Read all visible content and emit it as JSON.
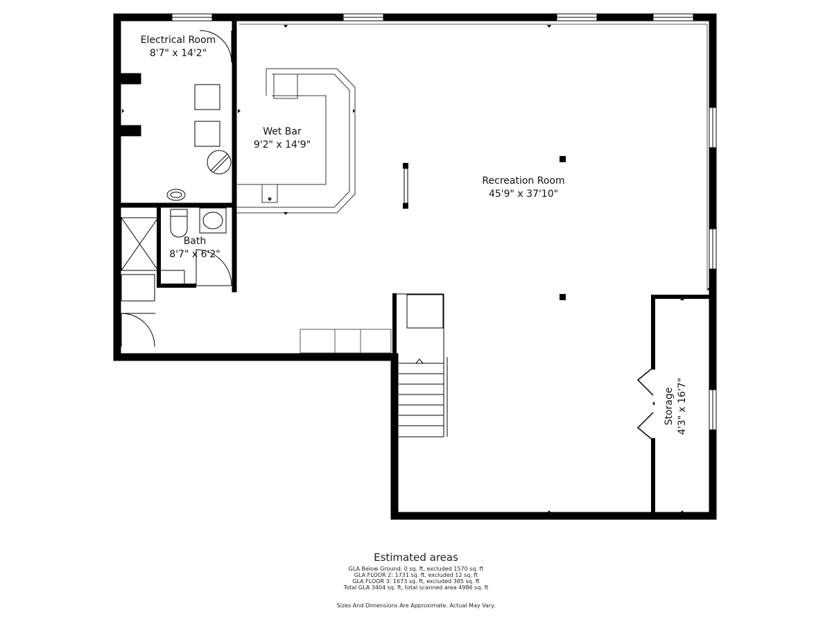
{
  "rooms": {
    "electrical": {
      "name": "Electrical Room",
      "dims": "8'7\" x 14'2\""
    },
    "wet_bar": {
      "name": "Wet Bar",
      "dims": "9'2\" x 14'9\""
    },
    "recreation": {
      "name": "Recreation Room",
      "dims": "45'9\" x 37'10\""
    },
    "bath": {
      "name": "Bath",
      "dims": "8'7\" x 6'2\""
    },
    "storage": {
      "name": "Storage",
      "dims": "4'3\" x 16'7\""
    }
  },
  "footer": {
    "title": "Estimated areas",
    "lines": [
      "GLA Below Ground: 0 sq. ft, excluded 1570 sq. ft",
      "GLA FLOOR 2: 1731 sq. ft, excluded 12 sq. ft",
      "GLA FLOOR 3: 1673 sq. ft, excluded 385 sq. ft",
      "Total GLA 3404 sq. ft, total scanned area 4986 sq. ft"
    ],
    "disclaimer": "Sizes And Dimensions Are Approximate. Actual May Vary."
  }
}
